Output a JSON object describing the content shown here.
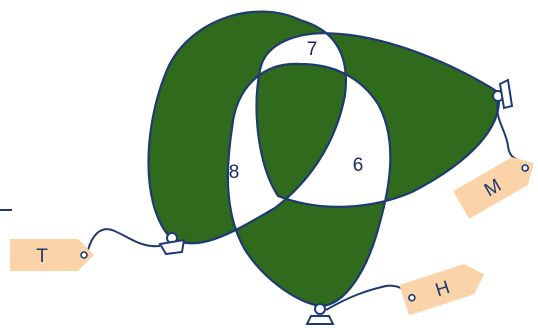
{
  "regions": {
    "t_and_m_only": "7",
    "t_and_h_only": "8",
    "m_and_h_only": "6"
  },
  "tags": {
    "t": "T",
    "m": "M",
    "h": "H"
  },
  "colors": {
    "fill": "#2f6a1d",
    "outline": "#1f3a72",
    "tag": "#fbd3a8",
    "text": "#1a2a5a"
  }
}
